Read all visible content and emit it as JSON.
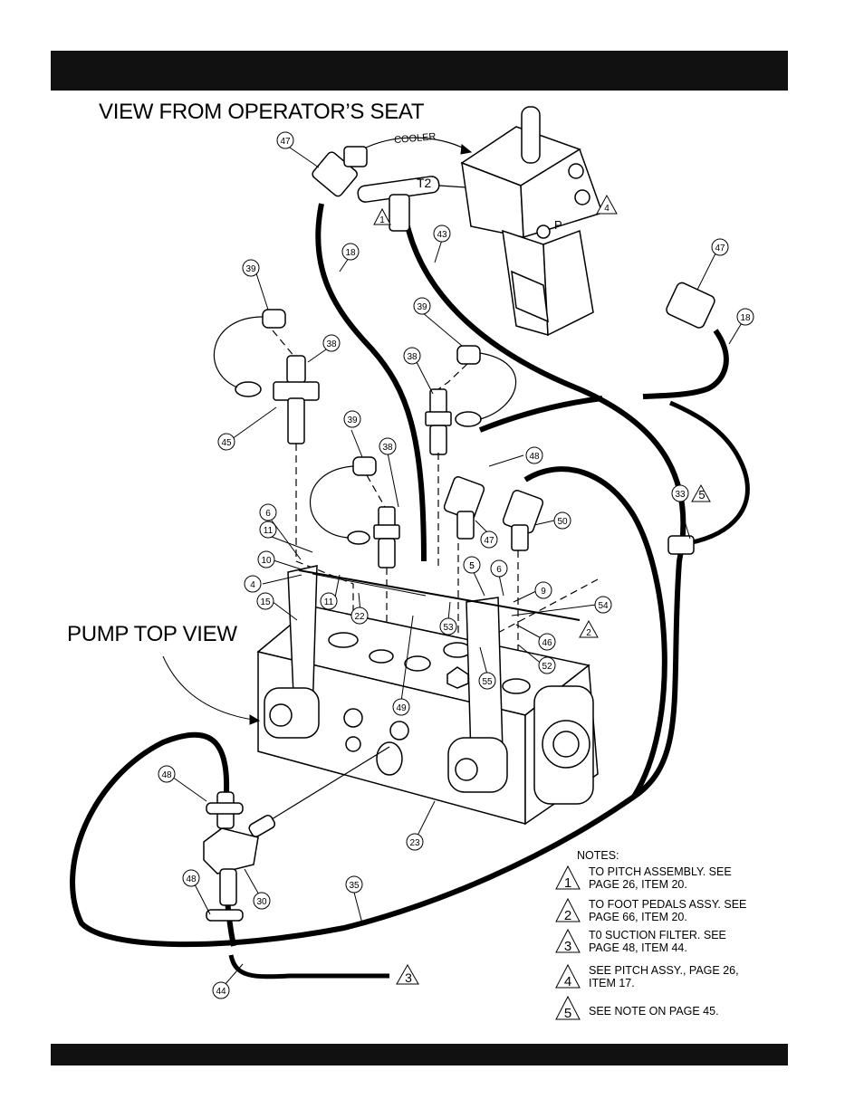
{
  "titles": {
    "view": "VIEW FROM OPERATOR’S SEAT",
    "pump": "PUMP TOP VIEW"
  },
  "labels": {
    "cooler": "COOLER",
    "t2": "T2",
    "p": "P"
  },
  "callouts": [
    "47",
    "18",
    "43",
    "1",
    "4",
    "47",
    "18",
    "39",
    "38",
    "45",
    "39",
    "38",
    "39",
    "38",
    "48",
    "33",
    "5",
    "6",
    "11",
    "10",
    "4",
    "15",
    "11",
    "22",
    "5",
    "6",
    "9",
    "54",
    "2",
    "53",
    "46",
    "52",
    "55",
    "49",
    "47",
    "50",
    "23",
    "48",
    "30",
    "48",
    "35",
    "44",
    "3"
  ],
  "notes": {
    "heading": "NOTES:",
    "items": [
      {
        "num": "1",
        "line1": "TO PITCH ASSEMBLY. SEE",
        "line2": "PAGE 26, ITEM 20."
      },
      {
        "num": "2",
        "line1": "TO FOOT PEDALS ASSY. SEE",
        "line2": "PAGE 66, ITEM 20."
      },
      {
        "num": "3",
        "line1": "T0 SUCTION FILTER. SEE",
        "line2": "PAGE 48, ITEM 44."
      },
      {
        "num": "4",
        "line1": "SEE PITCH ASSY., PAGE 26,",
        "line2": "ITEM 17."
      },
      {
        "num": "5",
        "line1": "SEE NOTE ON PAGE 45.",
        "line2": ""
      }
    ]
  }
}
